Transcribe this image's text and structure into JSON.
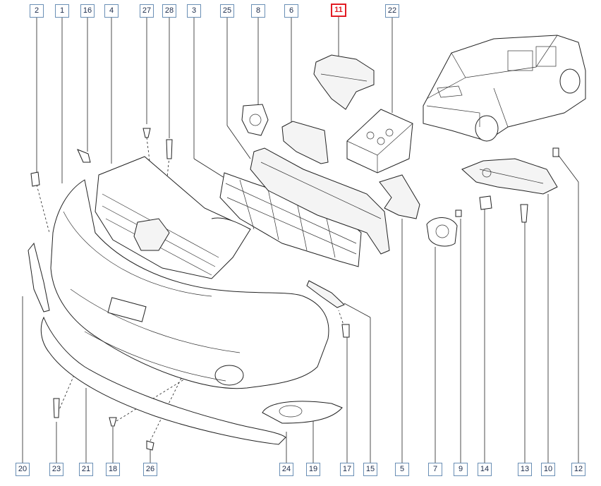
{
  "top_labels": [
    {
      "id": "2"
    },
    {
      "id": "1"
    },
    {
      "id": "16"
    },
    {
      "id": "4"
    },
    {
      "id": "27"
    },
    {
      "id": "28"
    },
    {
      "id": "3"
    },
    {
      "id": "25"
    },
    {
      "id": "8"
    },
    {
      "id": "6"
    },
    {
      "id": "11",
      "highlighted": true
    },
    {
      "id": "22"
    }
  ],
  "bottom_labels": [
    {
      "id": "20"
    },
    {
      "id": "23"
    },
    {
      "id": "21"
    },
    {
      "id": "18"
    },
    {
      "id": "26"
    },
    {
      "id": "24"
    },
    {
      "id": "19"
    },
    {
      "id": "17"
    },
    {
      "id": "15"
    },
    {
      "id": "5"
    },
    {
      "id": "7"
    },
    {
      "id": "9"
    },
    {
      "id": "14"
    },
    {
      "id": "13"
    },
    {
      "id": "10"
    },
    {
      "id": "12"
    }
  ],
  "colors": {
    "highlight": "#e21b23",
    "label_border": "#6a8fb5",
    "label_text": "#1a2a4a"
  }
}
